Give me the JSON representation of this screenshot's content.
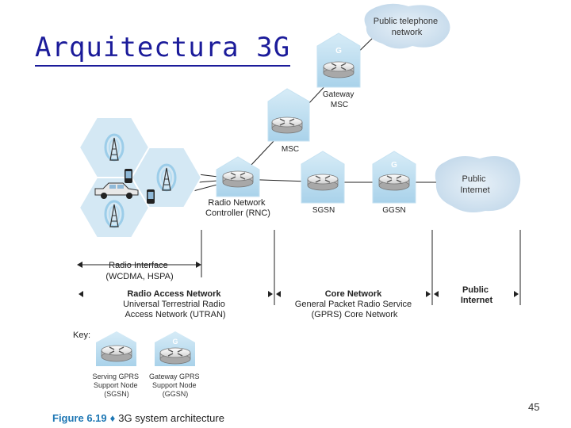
{
  "slide": {
    "title": "Arquitectura 3G",
    "page_number": "45"
  },
  "caption": {
    "figure_label": "Figure 6.19",
    "separator": "♦",
    "text": "3G system architecture"
  },
  "clouds": {
    "pstn": [
      "Public telephone",
      "network"
    ],
    "internet": [
      "Public",
      "Internet"
    ]
  },
  "nodes": {
    "gateway_msc": [
      "Gateway",
      "MSC"
    ],
    "gateway_badge": "G",
    "msc": "MSC",
    "rnc": [
      "Radio Network",
      "Controller (RNC)"
    ],
    "sgsn": "SGSN",
    "ggsn": "GGSN",
    "ggsn_badge": "G"
  },
  "regions": {
    "radio_interface": [
      "Radio Interface",
      "(WCDMA, HSPA)"
    ],
    "radio_access": [
      "Radio Access Network",
      "Universal Terrestrial Radio",
      "Access Network (UTRAN)"
    ],
    "core": [
      "Core Network",
      "General Packet Radio Service",
      "(GPRS) Core Network"
    ],
    "public_internet": [
      "Public",
      "Internet"
    ]
  },
  "key": {
    "title": "Key:",
    "sgsn_label": [
      "Serving GPRS",
      "Support Node",
      "(SGSN)"
    ],
    "ggsn_label": [
      "Gateway GPRS",
      "Support Node",
      "(GGSN)"
    ],
    "ggsn_badge": "G"
  },
  "colors": {
    "title": "#1b1b9a",
    "house": "#bfdff0",
    "cloud": "#d3e4f1",
    "cell": "#d4e8f4",
    "caption_accent": "#1e77b4"
  }
}
